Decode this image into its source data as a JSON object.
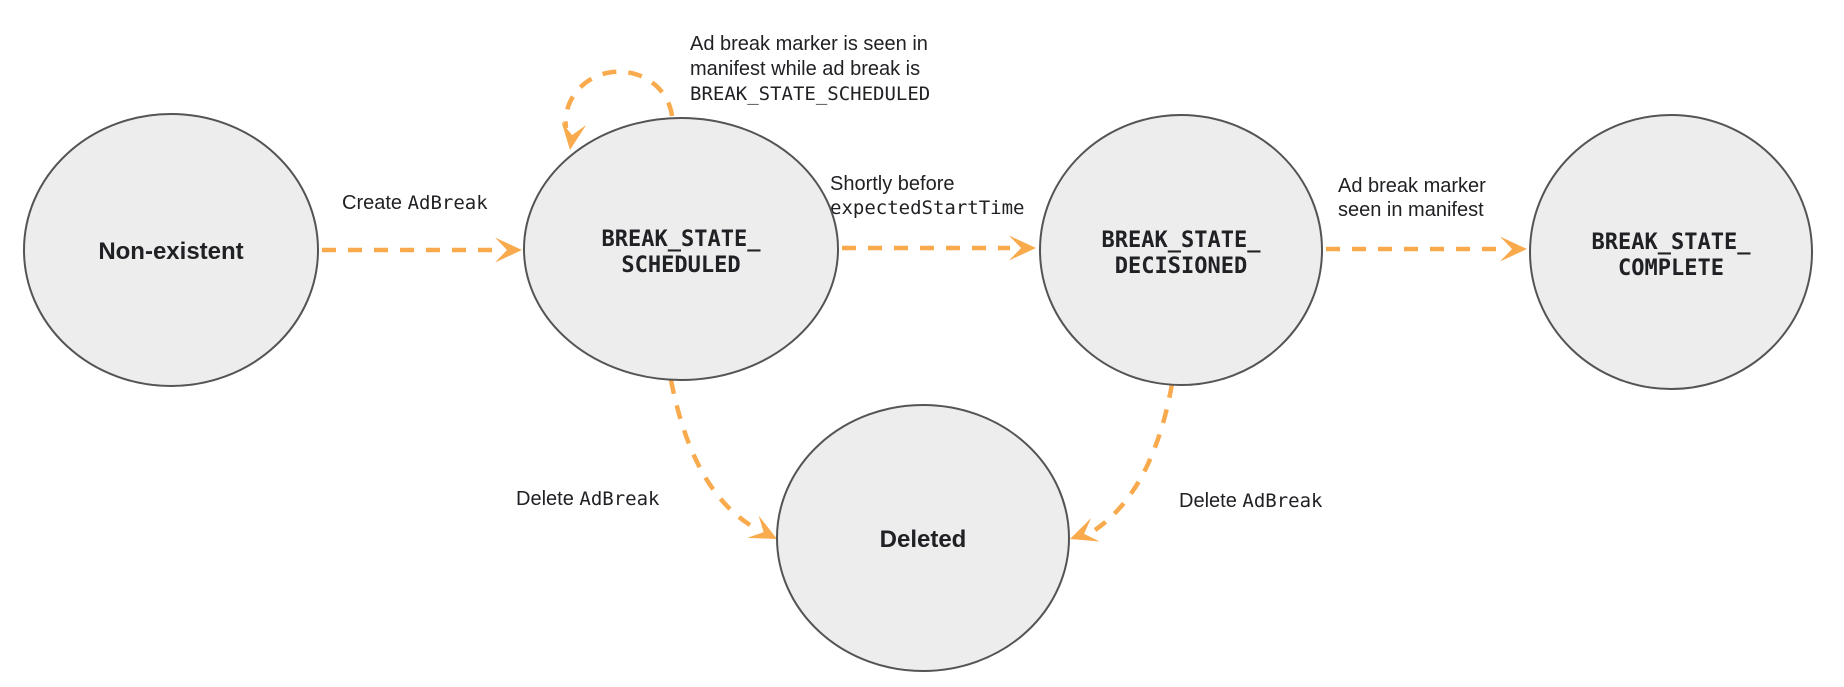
{
  "colors": {
    "arrow": "#F9AA4D",
    "node_fill": "#EDEDED",
    "node_border": "#545454",
    "text": "#202124",
    "background": "#FFFFFF"
  },
  "states": {
    "non_existent": {
      "label": "Non-existent"
    },
    "scheduled": {
      "line1": "BREAK_STATE_",
      "line2": "SCHEDULED"
    },
    "decisioned": {
      "line1": "BREAK_STATE_",
      "line2": "DECISIONED"
    },
    "complete": {
      "line1": "BREAK_STATE_",
      "line2": "COMPLETE"
    },
    "deleted": {
      "label": "Deleted"
    }
  },
  "transitions": {
    "create": {
      "plain": "Create ",
      "code": "AdBreak"
    },
    "self_loop": {
      "line1": "Ad break marker is seen in",
      "line2": "manifest while ad break is",
      "line3_code": "BREAK_STATE_SCHEDULED"
    },
    "decision": {
      "plain": "Shortly before",
      "code": "expectedStartTime"
    },
    "complete": {
      "line1": "Ad break marker",
      "line2": "seen in manifest"
    },
    "delete_from_scheduled": {
      "plain": "Delete ",
      "code": "AdBreak"
    },
    "delete_from_decisioned": {
      "plain": "Delete ",
      "code": "AdBreak"
    }
  }
}
